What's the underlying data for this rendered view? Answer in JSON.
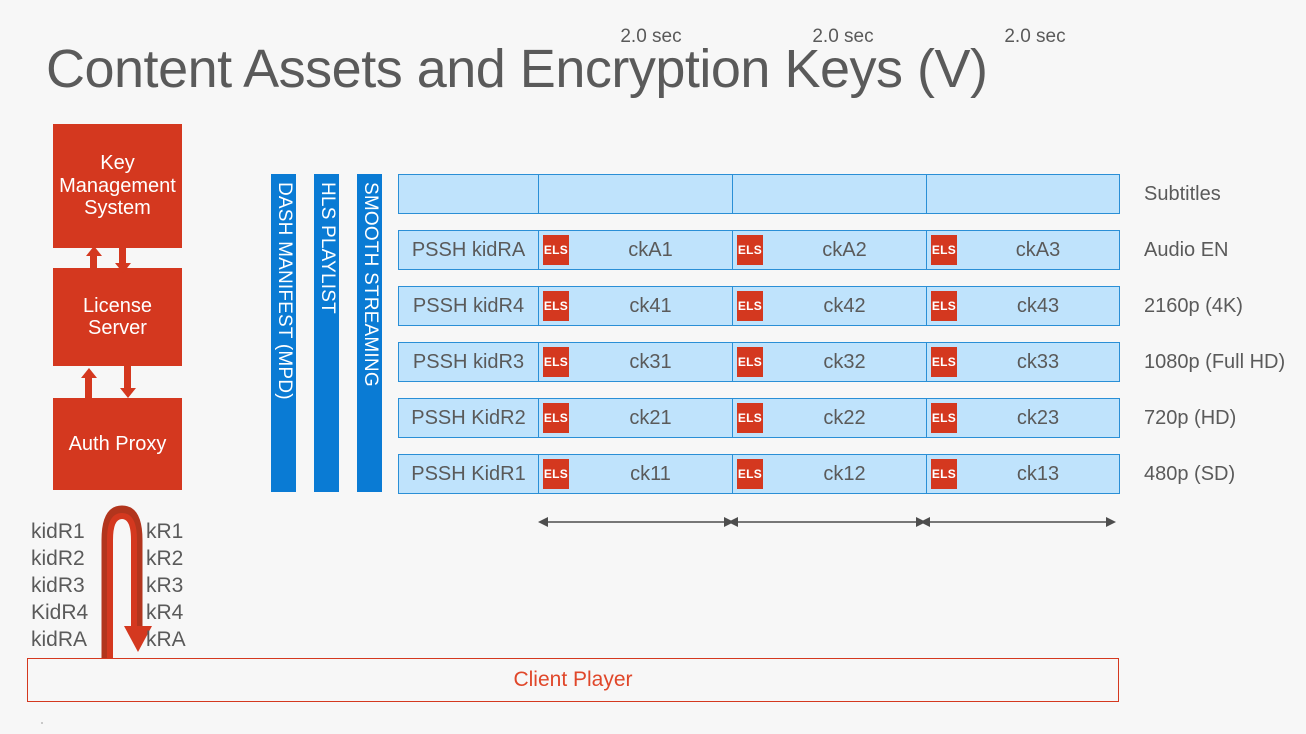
{
  "slide": {
    "title": "Content Assets and Encryption Keys (V)",
    "background_color": "#f7f7f7"
  },
  "colors": {
    "red": "#d4381f",
    "blue_bar": "#0a7bd4",
    "cell_fill": "#bfe3fc",
    "cell_border": "#2a8fd6",
    "text": "#5a5a5a",
    "player_text": "#e0472a"
  },
  "backend": {
    "boxes": [
      {
        "id": "kms",
        "label": "Key Management System"
      },
      {
        "id": "license",
        "label": "License Server"
      },
      {
        "id": "auth",
        "label": "Auth Proxy"
      }
    ],
    "key_ids": [
      "kidR1",
      "kidR2",
      "kidR3",
      "KidR4",
      "kidRA"
    ],
    "keys": [
      "kR1",
      "kR2",
      "kR3",
      "kR4",
      "kRA"
    ]
  },
  "manifests": [
    {
      "id": "dash",
      "label": "DASH MANIFEST (MPD)"
    },
    {
      "id": "hls",
      "label": "HLS PLAYLIST"
    },
    {
      "id": "smooth",
      "label": "SMOOTH STREAMING"
    }
  ],
  "els_badge_label": "ELS",
  "tracks": [
    {
      "pssh": "",
      "quality": "Subtitles",
      "segments": [
        {
          "els": false,
          "ck": ""
        },
        {
          "els": false,
          "ck": ""
        },
        {
          "els": false,
          "ck": ""
        }
      ]
    },
    {
      "pssh": "PSSH kidRA",
      "quality": "Audio EN",
      "segments": [
        {
          "els": true,
          "ck": "ckA1"
        },
        {
          "els": true,
          "ck": "ckA2"
        },
        {
          "els": true,
          "ck": "ckA3"
        }
      ]
    },
    {
      "pssh": "PSSH kidR4",
      "quality": "2160p (4K)",
      "segments": [
        {
          "els": true,
          "ck": "ck41"
        },
        {
          "els": true,
          "ck": "ck42"
        },
        {
          "els": true,
          "ck": "ck43"
        }
      ]
    },
    {
      "pssh": "PSSH kidR3",
      "quality": "1080p (Full HD)",
      "segments": [
        {
          "els": true,
          "ck": "ck31"
        },
        {
          "els": true,
          "ck": "ck32"
        },
        {
          "els": true,
          "ck": "ck33"
        }
      ]
    },
    {
      "pssh": "PSSH KidR2",
      "quality": "720p (HD)",
      "segments": [
        {
          "els": true,
          "ck": "ck21"
        },
        {
          "els": true,
          "ck": "ck22"
        },
        {
          "els": true,
          "ck": "ck23"
        }
      ]
    },
    {
      "pssh": "PSSH KidR1",
      "quality": "480p (SD)",
      "segments": [
        {
          "els": true,
          "ck": "ck11"
        },
        {
          "els": true,
          "ck": "ck12"
        },
        {
          "els": true,
          "ck": "ck13"
        }
      ]
    }
  ],
  "ruler": {
    "durations": [
      "2.0 sec",
      "2.0 sec",
      "2.0 sec"
    ]
  },
  "player": {
    "label": "Client Player"
  }
}
